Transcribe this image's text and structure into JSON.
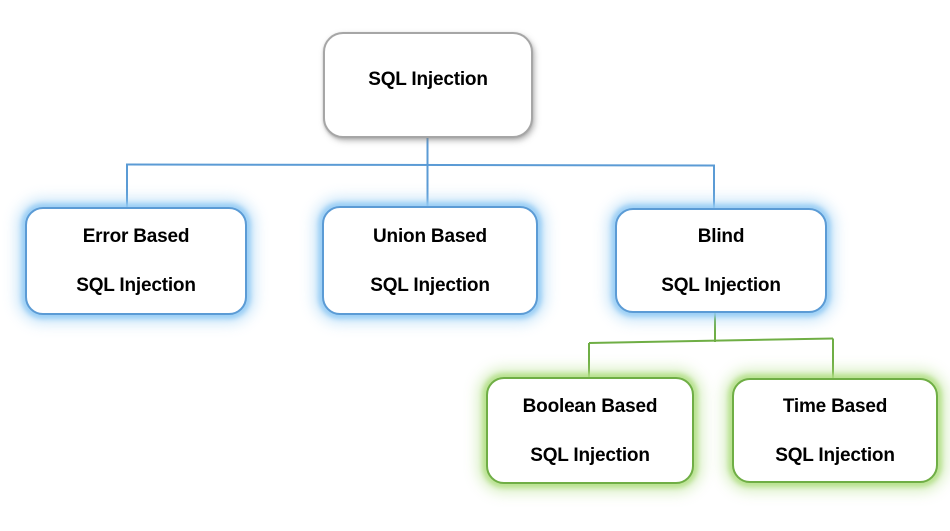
{
  "colors": {
    "accent_blue": "#5B9BD5",
    "accent_green": "#6FAE45",
    "border_gray": "#A6A6A6",
    "text": "#000000",
    "background": "#FFFFFF"
  },
  "nodes": {
    "root": {
      "line1": "SQL Injection"
    },
    "error": {
      "line1": "Error Based",
      "line2": "SQL Injection"
    },
    "union": {
      "line1": "Union Based",
      "line2": "SQL Injection"
    },
    "blind": {
      "line1": "Blind",
      "line2": "SQL Injection"
    },
    "boolean": {
      "line1": "Boolean Based",
      "line2": "SQL Injection"
    },
    "time": {
      "line1": "Time Based",
      "line2": "SQL Injection"
    }
  },
  "hierarchy": {
    "root": "SQL Injection",
    "children": [
      {
        "label": "Error Based SQL Injection"
      },
      {
        "label": "Union Based SQL Injection"
      },
      {
        "label": "Blind SQL Injection",
        "children": [
          {
            "label": "Boolean Based SQL Injection"
          },
          {
            "label": "Time Based SQL Injection"
          }
        ]
      }
    ]
  }
}
